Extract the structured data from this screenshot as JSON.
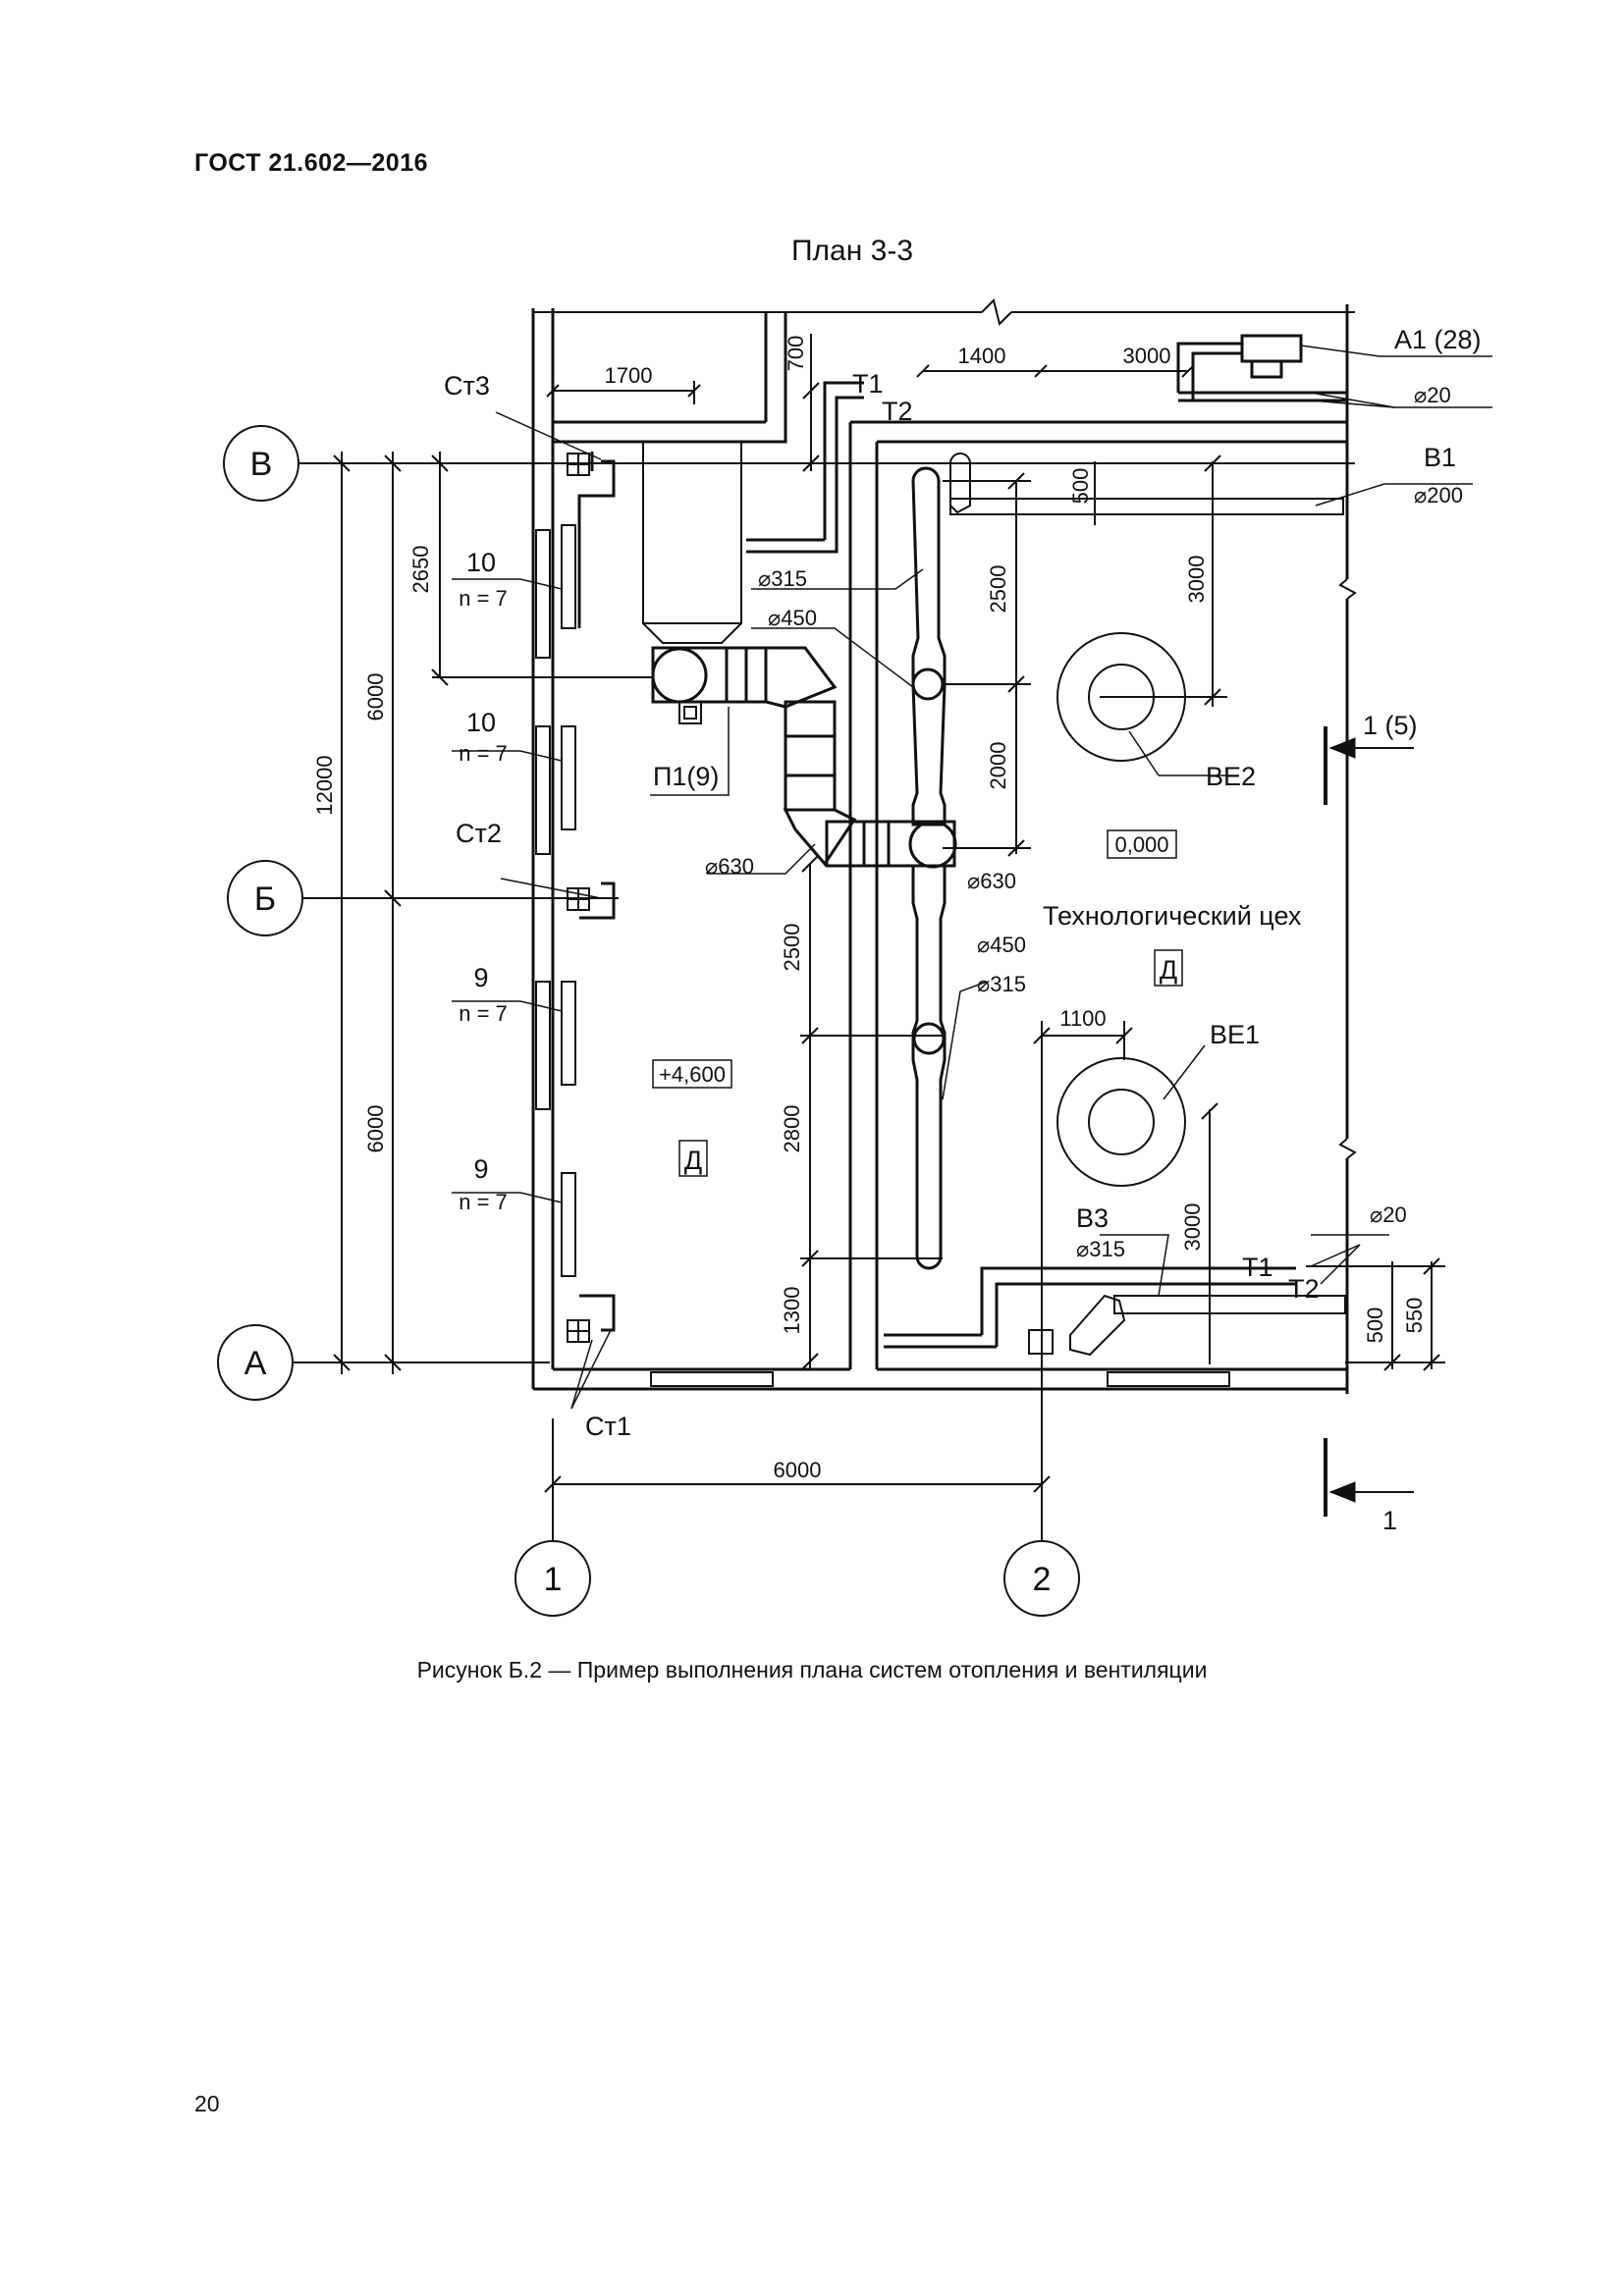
{
  "header": {
    "standard": "ГОСТ 21.602—2016"
  },
  "drawing": {
    "title": "План 3-3",
    "axes": {
      "v_top": "В",
      "v_mid": "Б",
      "v_bot": "А",
      "h_left": "1",
      "h_right": "2"
    },
    "dims": {
      "d1700": "1700",
      "d700": "700",
      "d1400": "1400",
      "d3000a": "3000",
      "d2650": "2650",
      "d6000a": "6000",
      "d12000": "12000",
      "d6000b": "6000",
      "d2500a": "2500",
      "d3000b": "3000",
      "d2000": "2000",
      "d500a": "500",
      "d2500b": "2500",
      "d2800": "2800",
      "d1300": "1300",
      "d1100": "1100",
      "d3000c": "3000",
      "d500b": "500",
      "d550": "550",
      "d6000c": "6000"
    },
    "labels": {
      "a1": "А1 (28)",
      "dia20a": "⌀20",
      "b1": "В1",
      "dia200": "⌀200",
      "t1a": "Т1",
      "t2a": "Т2",
      "st3": "Ст3",
      "st2": "Ст2",
      "st1": "Ст1",
      "r10a": "10",
      "r10a_n": "n = 7",
      "r10b": "10",
      "r10b_n": "n = 7",
      "r9a": "9",
      "r9a_n": "n = 7",
      "r9b": "9",
      "r9b_n": "n = 7",
      "dia315a": "⌀315",
      "dia450a": "⌀450",
      "p1": "П1(9)",
      "dia630a": "⌀630",
      "dia630b": "⌀630",
      "dia450b": "⌀450",
      "dia315b": "⌀315",
      "ve2": "ВЕ2",
      "ve1": "ВЕ1",
      "level0": "0,000",
      "level46": "+4,600",
      "d_right": "Д",
      "d_left": "Д",
      "room": "Технологический цех",
      "sec_top": "1 (5)",
      "sec_bot": "1",
      "b3": "В3",
      "dia315c": "⌀315",
      "t1b": "Т1",
      "t2b": "Т2",
      "dia20b": "⌀20"
    }
  },
  "caption": "Рисунок Б.2 — Пример выполнения плана систем отопления и вентиляции",
  "page_number": "20"
}
